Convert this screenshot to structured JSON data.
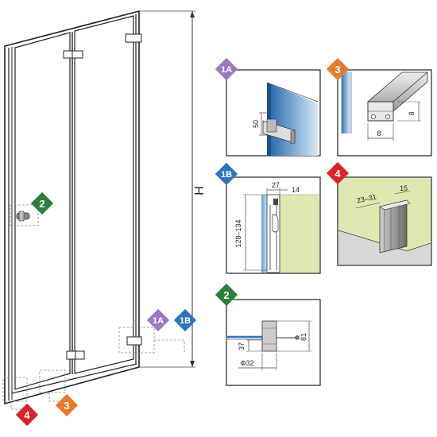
{
  "colors": {
    "purple": "#9b78c4",
    "orange": "#e57a30",
    "blue": "#2f74bd",
    "red": "#d7262b",
    "green": "#2b7f3a",
    "glass_blue": "#6aa7d8",
    "wall_green": "#dfe8b0"
  },
  "door": {
    "height_label": "H"
  },
  "badges": {
    "b2_door": "2",
    "b1a_door": "1A",
    "b1b_door": "1B",
    "b4_door": "4",
    "b3_door": "3",
    "b1a_detail": "1A",
    "b3_detail": "3",
    "b1b_detail": "1B",
    "b4_detail": "4",
    "b2_detail": "2"
  },
  "detail_1a": {
    "dim_hinge": "50"
  },
  "detail_3": {
    "dim_height": "8",
    "dim_width": "8"
  },
  "detail_1b": {
    "dim_top_a": "27",
    "dim_top_b": "14",
    "dim_side": "128–134"
  },
  "detail_4": {
    "dim_a": "23–31",
    "dim_b": "15"
  },
  "detail_2": {
    "dim_height": "81",
    "dim_offset": "37",
    "dim_diameter": "Φ32"
  }
}
